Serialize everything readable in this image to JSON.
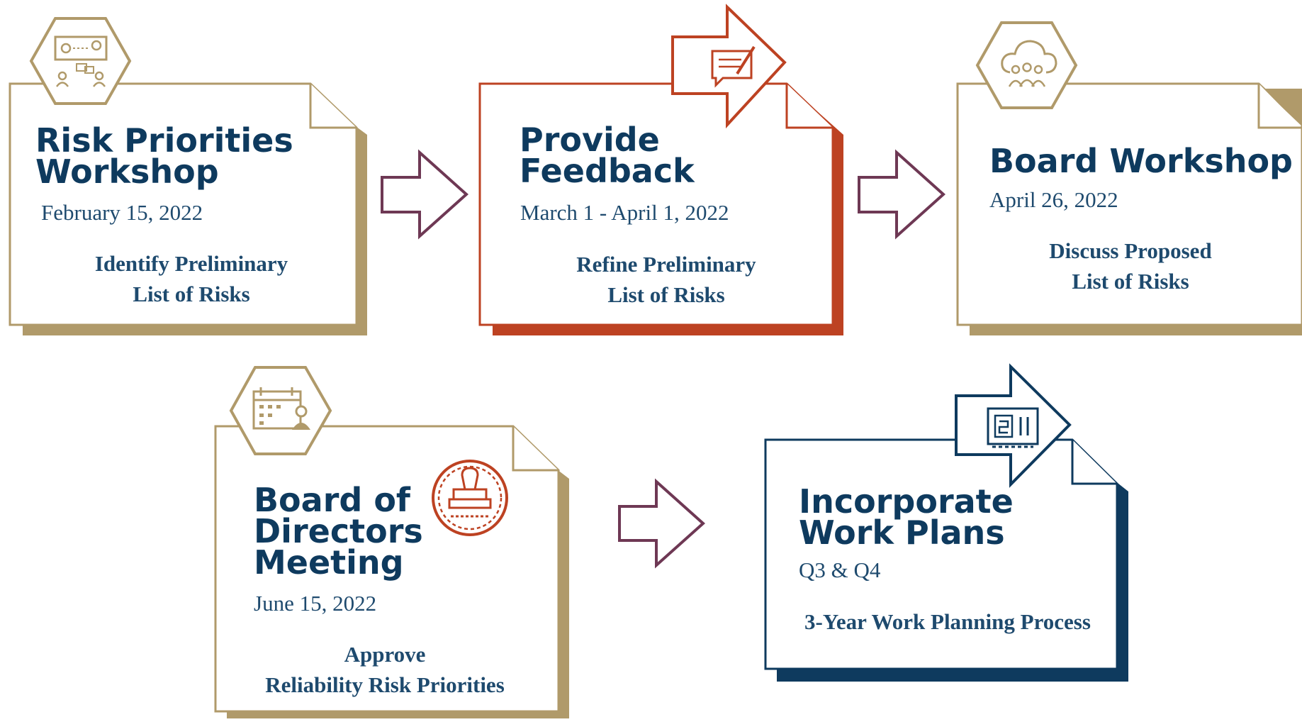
{
  "steps": [
    {
      "title": "Risk Priorities\nWorkshop",
      "date": "February 15, 2022",
      "description": "Identify Preliminary\nList of Risks",
      "icon": "presentation-meeting-icon"
    },
    {
      "title": "Provide\nFeedback",
      "date": "March 1 - April 1, 2022",
      "description": "Refine Preliminary\nList of Risks",
      "icon": "feedback-chat-icon"
    },
    {
      "title": "Board Workshop",
      "date": "April 26, 2022",
      "description": "Discuss Proposed\nList of Risks",
      "icon": "cloud-group-icon"
    },
    {
      "title": "Board of\nDirectors\nMeeting",
      "date": "June 15, 2022",
      "description": "Approve\nReliability Risk Priorities",
      "icon": "calendar-person-icon",
      "badge": "approval-stamp-icon"
    },
    {
      "title": "Incorporate\nWork Plans",
      "date": "Q3 & Q4",
      "description": "3-Year Work Planning Process",
      "icon": "planning-board-icon"
    }
  ],
  "colors": {
    "gold": "#b09a6a",
    "rust": "#bd4222",
    "navy": "#0e3a5e",
    "plum": "#6e3854",
    "text": "#1e4a6e"
  }
}
